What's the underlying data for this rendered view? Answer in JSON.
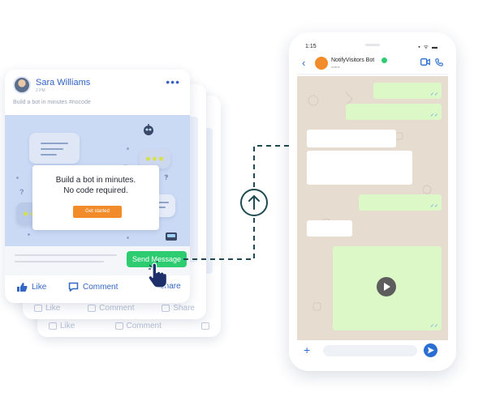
{
  "post": {
    "user_name": "Sara Williams",
    "user_sub": "2 PM",
    "caption": "Build a bot in minutes #nocode",
    "menu_dots": "•••",
    "modal_text": "Build a bot in minutes.\nNo code required.",
    "cta_label": "Get started",
    "send_message_label": "Send Message",
    "actions": {
      "like": "Like",
      "comment": "Comment",
      "share": "Share"
    }
  },
  "phone": {
    "status_time": "1:15",
    "status_icons": "▪ ᯤ ▬",
    "bot_name": "NotifyVisitors Bot",
    "bot_sub": "online",
    "back_chevron": "‹",
    "plus": "+"
  },
  "colors": {
    "brand_blue": "#2f5fc4",
    "send_green": "#2ecc71",
    "cta_orange": "#f28b2a",
    "chat_out": "#dcf8c6",
    "chat_bg": "#e6ddd0",
    "connector": "#1f4a52"
  },
  "icons": [
    "like-icon",
    "comment-icon",
    "share-icon",
    "hand-cursor-icon",
    "arrow-up-icon",
    "video-icon",
    "call-icon",
    "play-icon",
    "send-icon"
  ]
}
